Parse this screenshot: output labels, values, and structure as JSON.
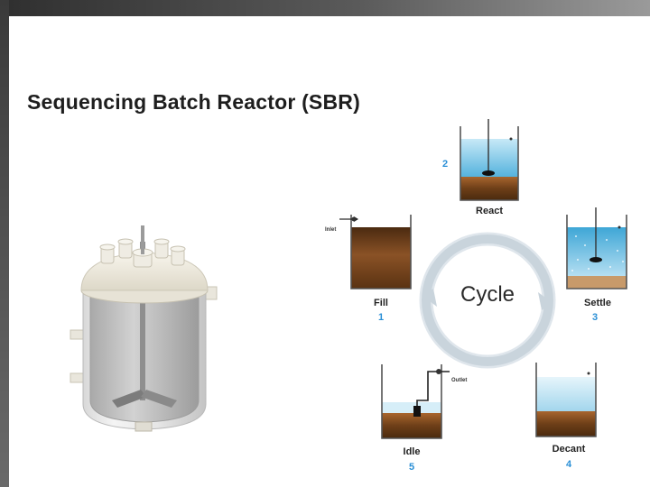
{
  "slide": {
    "title": "Sequencing Batch Reactor (SBR)"
  },
  "cycle": {
    "center_label": "Cycle",
    "stages": [
      {
        "name": "Fill",
        "number": "1",
        "annotation": "Inlet"
      },
      {
        "name": "React",
        "number": "2"
      },
      {
        "name": "Settle",
        "number": "3"
      },
      {
        "name": "Decant",
        "number": "4"
      },
      {
        "name": "Idle",
        "number": "5",
        "annotation": "Outlet"
      }
    ]
  },
  "colors": {
    "stage_number": "#2a8fd6",
    "cycle_arrow": "#c9d4dc",
    "sludge_dark": "#5a3414",
    "sludge_light": "#b06a32",
    "water": "#bfe3f2"
  }
}
